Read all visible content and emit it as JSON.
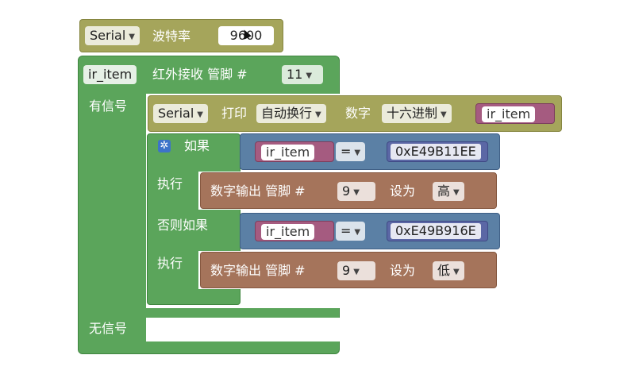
{
  "colors": {
    "serial": "#a5a55b",
    "control": "#5ba55b",
    "logic": "#5b80a5",
    "io": "#a5745b",
    "variable": "#a55b80"
  },
  "serial_begin": {
    "dropdown": "Serial",
    "label": "波特率",
    "baud": "9600"
  },
  "ir_receive": {
    "var": "ir_item",
    "label": "红外接收 管脚 #",
    "pin": "11",
    "has_signal": "有信号",
    "no_signal": "无信号"
  },
  "serial_print": {
    "dropdown": "Serial",
    "label1": "打印",
    "newline": "自动换行",
    "label2": "数字",
    "format": "十六进制",
    "var": "ir_item"
  },
  "if_block": {
    "if_label": "如果",
    "do_label": "执行",
    "elseif_label": "否则如果",
    "do2_label": "执行",
    "cond1": {
      "var": "ir_item",
      "op": "=",
      "value": "0xE49B11EE"
    },
    "cond2": {
      "var": "ir_item",
      "op": "=",
      "value": "0xE49B916E"
    }
  },
  "dw1": {
    "label": "数字输出 管脚 #",
    "pin": "9",
    "set_label": "设为",
    "value": "高"
  },
  "dw2": {
    "label": "数字输出 管脚 #",
    "pin": "9",
    "set_label": "设为",
    "value": "低"
  }
}
